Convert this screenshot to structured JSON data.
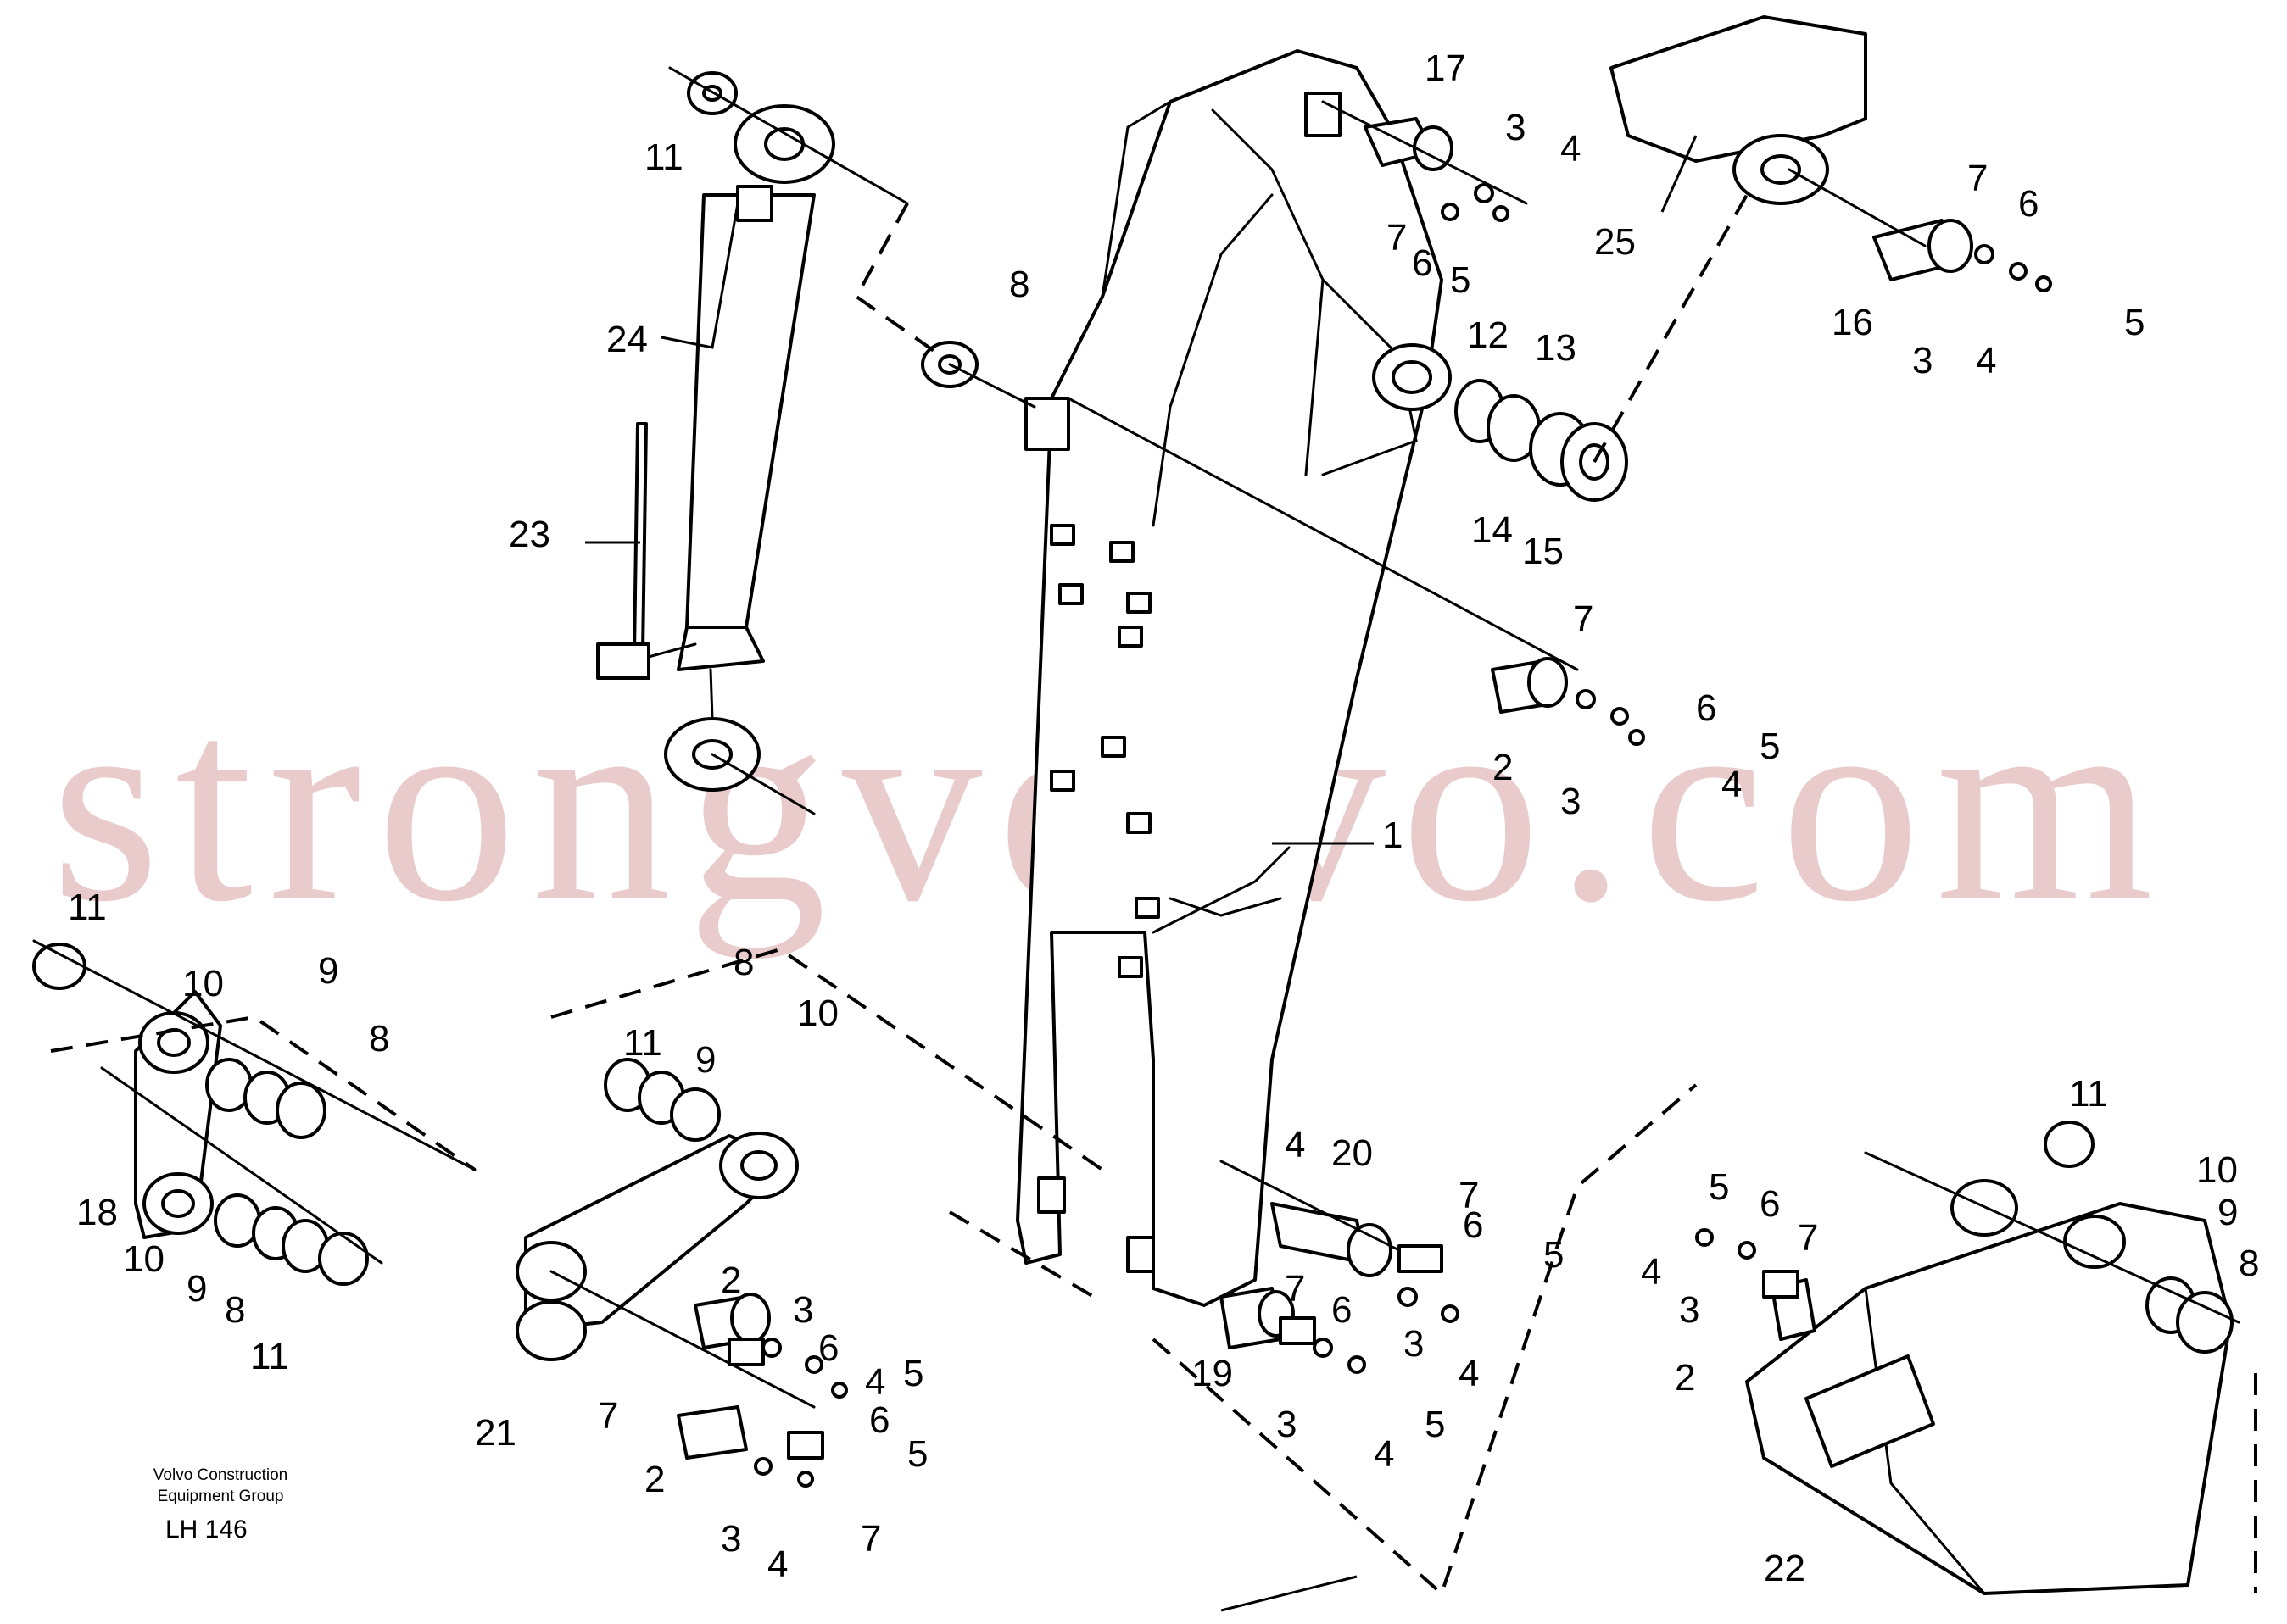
{
  "watermark": "strongvolvo.com",
  "caption": {
    "company_line1": "Volvo Construction",
    "company_line2": "Equipment Group",
    "drawing_code": "LH 146"
  },
  "callouts": [
    "1",
    "2",
    "3",
    "4",
    "5",
    "6",
    "7",
    "8",
    "9",
    "10",
    "11",
    "12",
    "13",
    "14",
    "15",
    "16",
    "17",
    "18",
    "19",
    "20",
    "21",
    "22",
    "23",
    "24",
    "25"
  ]
}
